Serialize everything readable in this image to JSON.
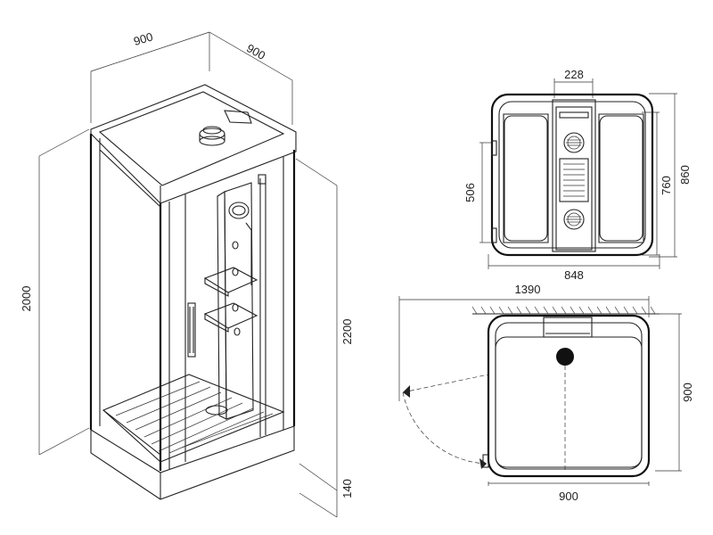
{
  "iso_view": {
    "width_top": "900",
    "depth_top": "900",
    "height_left": "2000",
    "height_right": "2200",
    "tray_height": "140"
  },
  "top_view": {
    "panel_width": "228",
    "total_width": "848",
    "depth_outer": "860",
    "depth_inner": "760",
    "side_depth": "506"
  },
  "plan_view": {
    "door_swing": "1390",
    "depth": "900",
    "width": "900"
  }
}
